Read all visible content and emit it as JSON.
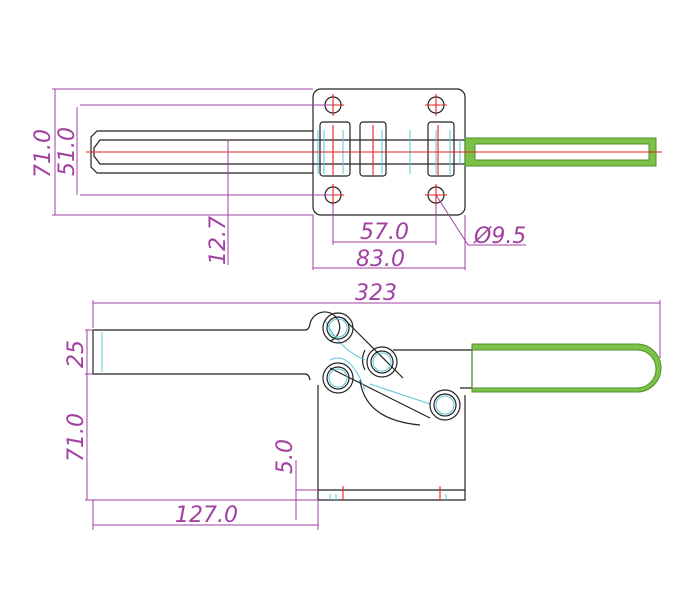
{
  "top_view": {
    "dim_overall_height": "71.0",
    "dim_hole_spacing_vertical": "51.0",
    "dim_offset": "12.7",
    "dim_hole_spacing_horizontal": "57.0",
    "dim_base_width": "83.0",
    "dim_hole_diameter": "Ø9.5"
  },
  "side_view": {
    "dim_overall_length": "323",
    "dim_arm_height": "25",
    "dim_height": "71.0",
    "dim_base_offset": "5.0",
    "dim_reach": "127.0"
  },
  "colors": {
    "dimension": "#a040a0",
    "centerline": "#e82020",
    "grip": "#7cc24a",
    "hidden": "#5bc8d8"
  }
}
